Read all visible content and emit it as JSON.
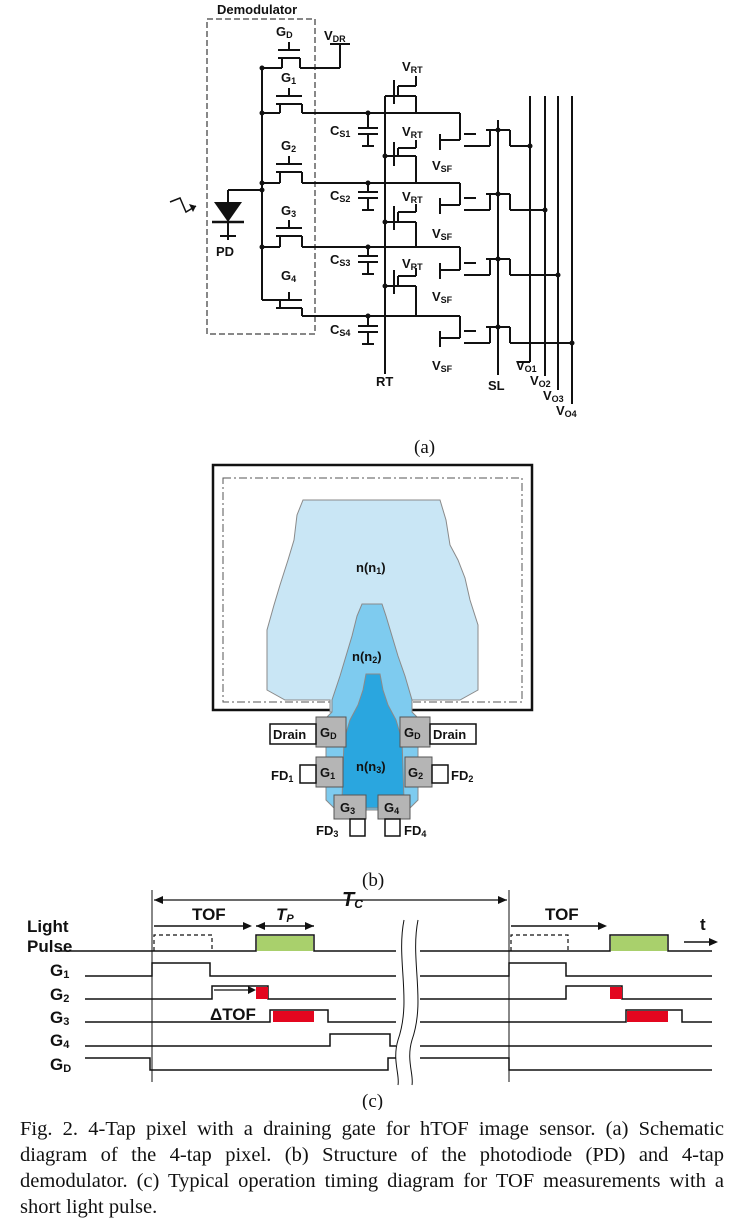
{
  "schematic": {
    "header": "Demodulator",
    "gates": {
      "gd": "G",
      "gd_sub": "D",
      "g1": "G",
      "g1_sub": "1",
      "g2": "G",
      "g2_sub": "2",
      "g3": "G",
      "g3_sub": "3",
      "g4": "G",
      "g4_sub": "4"
    },
    "vdr": "V",
    "vdr_sub": "DR",
    "vrt": "V",
    "vrt_sub": "RT",
    "vsf": "V",
    "vsf_sub": "SF",
    "caps": [
      {
        "c": "C",
        "sub": "S1"
      },
      {
        "c": "C",
        "sub": "S2"
      },
      {
        "c": "C",
        "sub": "S3"
      },
      {
        "c": "C",
        "sub": "S4"
      }
    ],
    "pd": "PD",
    "rt": "RT",
    "sl": "SL",
    "outputs": [
      {
        "v": "V",
        "sub": "O1"
      },
      {
        "v": "V",
        "sub": "O2"
      },
      {
        "v": "V",
        "sub": "O3"
      },
      {
        "v": "V",
        "sub": "O4"
      }
    ],
    "sublabel": "(a)"
  },
  "structure": {
    "n1": "n(n",
    "n1_sub": "1",
    "n2": "n(n",
    "n2_sub": "2",
    "n3": "n(n",
    "n3_sub": "3",
    "close": ")",
    "drain": "Drain",
    "fd": "FD",
    "fd1": "1",
    "fd2": "2",
    "fd3": "3",
    "fd4": "4",
    "colors": {
      "n1": "#c9e6f5",
      "n2": "#7ecbef",
      "n3": "#2aa6df",
      "gate": "#b5b5b5"
    },
    "sublabel": "(b)"
  },
  "timing": {
    "light": "Light",
    "pulse": "Pulse",
    "tof": "TOF",
    "tp": "T",
    "tp_sub": "P",
    "tc": "T",
    "tc_sub": "C",
    "dtof": "ΔTOF",
    "t": "t",
    "rows": [
      {
        "n": "G",
        "s": "1"
      },
      {
        "n": "G",
        "s": "2"
      },
      {
        "n": "G",
        "s": "3"
      },
      {
        "n": "G",
        "s": "4"
      },
      {
        "n": "G",
        "s": "D"
      }
    ],
    "colors": {
      "pulse": "#a9d06c",
      "charge": "#e3061f"
    },
    "sublabel": "(c)"
  },
  "caption": {
    "text": "Fig. 2.  4-Tap pixel with a draining gate for hTOF image sensor. (a) Schematic diagram of the 4-tap pixel. (b) Structure of the photodiode (PD) and 4-tap demodulator. (c) Typical operation timing diagram for TOF measurements with a short light pulse."
  }
}
